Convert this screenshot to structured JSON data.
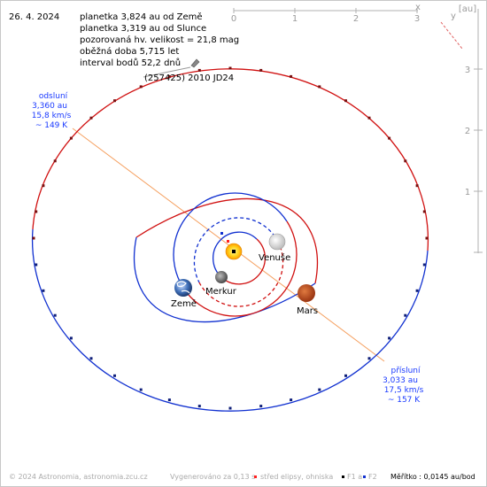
{
  "date": "26. 4. 2024",
  "info_lines": [
    "planetka 3,824 au od Země",
    "planetka 3,319 au od Slunce",
    "pozorovaná hv. velikost = 21,8 mag",
    "oběžná doba 5,715 let",
    "interval bodů 52,2 dnů"
  ],
  "object_name": "(257425) 2010 JD24",
  "aphelion": {
    "title": "odsluní",
    "distance": "3,360 au",
    "speed": "15,8 km/s",
    "temp": "~ 149 K"
  },
  "perihelion": {
    "title": "přísluní",
    "distance": "3,033 au",
    "speed": "17,5 km/s",
    "temp": "~ 157 K"
  },
  "bodies": {
    "earth": "Země",
    "mercury": "Merkur",
    "venus": "Venuše",
    "mars": "Mars"
  },
  "axes": {
    "unit": "[au]",
    "x_name": "x",
    "y_name": "y",
    "x_ticks": [
      "0",
      "1",
      "2",
      "3"
    ],
    "y_ticks": [
      "3",
      "2",
      "1"
    ]
  },
  "footer": {
    "copyright": "© 2024 Astronomia, astronomia.zcu.cz",
    "generated": "Vygenerováno za 0,13 s",
    "legend_center": "střed elipsy, ohniska",
    "f1": "F1 a",
    "f2": "F2",
    "scale": "Měřítko : 0,0145 au/bod"
  },
  "colors": {
    "orbit_red": "#d01010",
    "orbit_blue": "#1030d0",
    "apsis_line": "#f5a060",
    "axis_gray": "#b0b0b0",
    "label_blue": "#1a3aff"
  }
}
